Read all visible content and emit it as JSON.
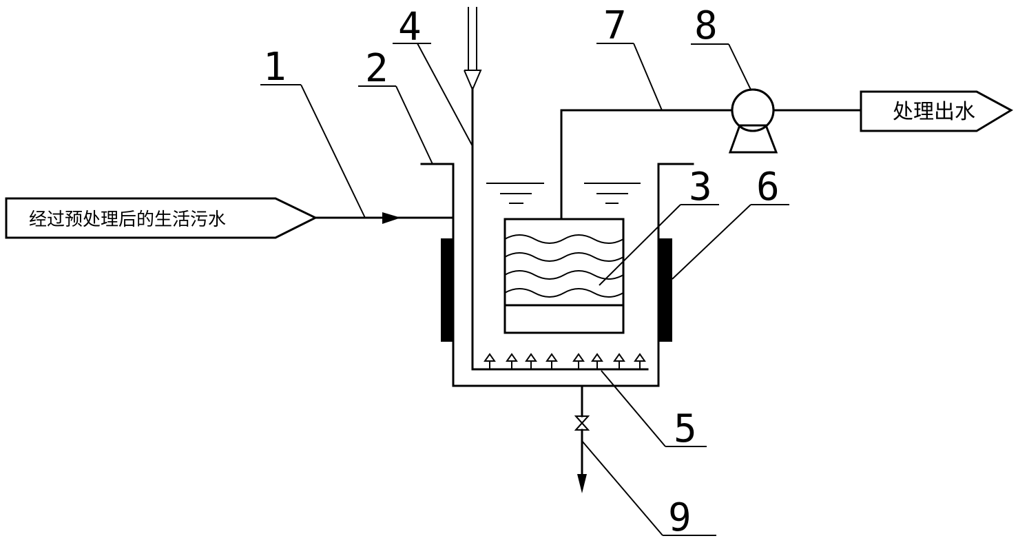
{
  "labels": {
    "inlet": "经过预处理后的生活污水",
    "outlet": "处理出水"
  },
  "callouts": [
    "1",
    "2",
    "3",
    "4",
    "5",
    "6",
    "7",
    "8",
    "9"
  ],
  "colors": {
    "line": "#000000",
    "background": "#ffffff"
  },
  "icons": [
    "inlet-arrow-icon",
    "air-inlet-arrow-icon",
    "pump-icon",
    "valve-icon",
    "drain-arrow-icon",
    "aerator-icon",
    "wave-icon"
  ]
}
